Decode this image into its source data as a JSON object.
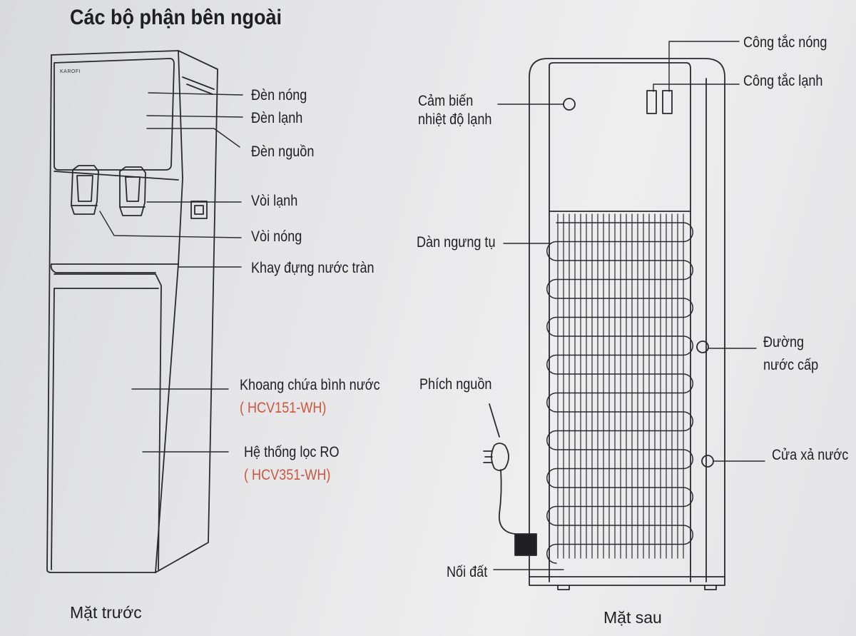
{
  "title": "Các bộ phận bên ngoài",
  "brand": "KAROFI",
  "front": {
    "caption": "Mặt trước",
    "labels": {
      "den_nong": "Đèn nóng",
      "den_lanh": "Đèn lạnh",
      "den_nguon": "Đèn nguồn",
      "voi_lanh": "Vòi lạnh",
      "voi_nong": "Vòi nóng",
      "khay": "Khay đựng nước tràn",
      "khoang": "Khoang chứa bình nước",
      "khoang_model": "( HCV151-WH)",
      "loc": "Hệ thống lọc RO",
      "loc_model": "( HCV351-WH)"
    }
  },
  "back": {
    "caption": "Mặt sau",
    "labels": {
      "cong_tac_nong": "Công tắc nóng",
      "cong_tac_lanh": "Công tắc lạnh",
      "cam_bien_1": "Cảm biến",
      "cam_bien_2": "nhiệt độ lạnh",
      "dan_ngung_tu": "Dàn ngưng tụ",
      "phich_nguon": "Phích nguồn",
      "noi_dat": "Nối đất",
      "duong_nuoc_1": "Đường",
      "duong_nuoc_2": "nước cấp",
      "cua_xa": "Cửa xả nước"
    }
  },
  "colors": {
    "ink": "#1f1f22",
    "model_red": "#c9573e"
  }
}
